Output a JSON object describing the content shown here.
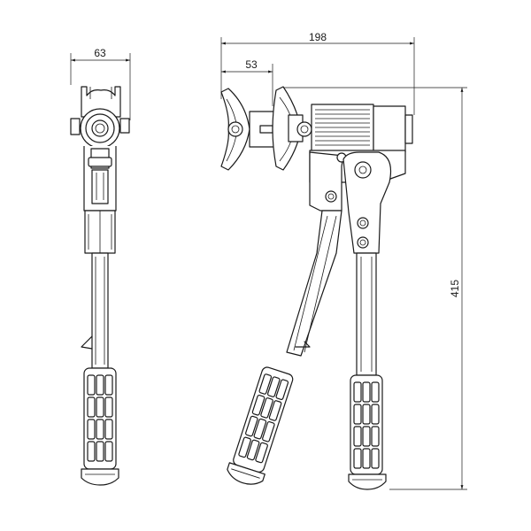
{
  "dimensions": {
    "side_width": "63",
    "overall_length": "198",
    "head_depth": "53",
    "overall_height": "415"
  }
}
